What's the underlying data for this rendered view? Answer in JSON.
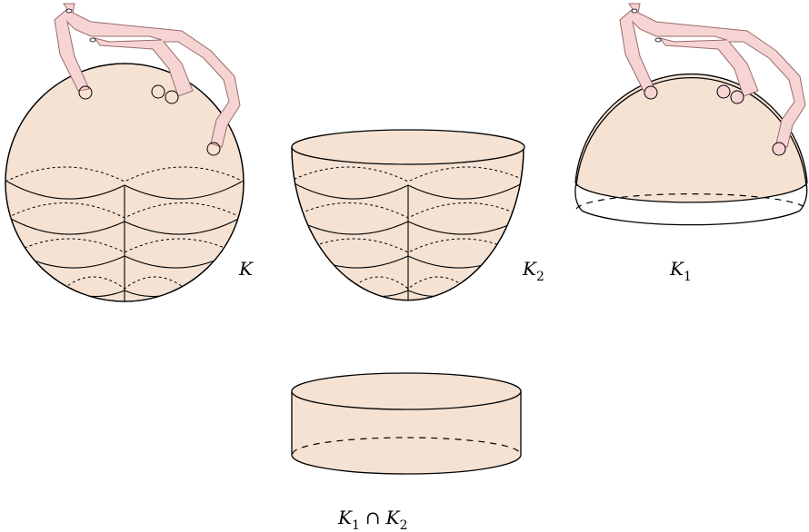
{
  "colors": {
    "body_fill": "#f5e2d3",
    "handle_fill": "#f7d4d4",
    "outline": "#000000"
  },
  "labels": {
    "K": {
      "main": "K",
      "sub": ""
    },
    "K2": {
      "main": "K",
      "sub": "2"
    },
    "K1": {
      "main": "K",
      "sub": "1"
    },
    "intersection": {
      "a_main": "K",
      "a_sub": "1",
      "op": "∩",
      "b_main": "K",
      "b_sub": "2"
    }
  }
}
